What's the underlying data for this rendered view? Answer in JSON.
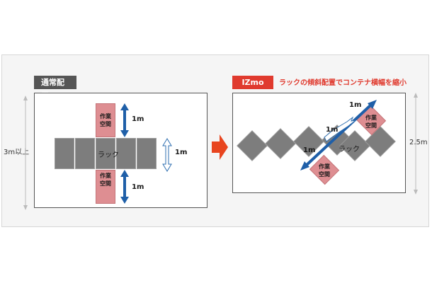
{
  "left": {
    "tag": "通常配置",
    "rack_label": "ラック",
    "work_top": [
      "作業",
      "空間"
    ],
    "work_bottom": [
      "作業",
      "空間"
    ],
    "dist_top": "1m",
    "dist_bottom": "1m",
    "dist_right": "1m",
    "height_label": "3m以上"
  },
  "right": {
    "tag": "IZmo",
    "caption": "ラックの傾斜配置でコンテナ横幅を縮小",
    "rack_label": "ラック",
    "work_top": [
      "作業",
      "空間"
    ],
    "work_bottom": [
      "作業",
      "空間"
    ],
    "dist_top": "1m",
    "dist_mid": "1m",
    "dist_bottom": "1m",
    "height_label": "2.5m"
  },
  "colors": {
    "rack": "#7d7d7d",
    "work_space": "#de8e92",
    "arrow_blue": "#1f5fa8",
    "accent_red": "#e03a2e",
    "tag_gray": "#555555"
  },
  "icons": [
    "double-arrow-icon",
    "transition-arrow-icon",
    "dimension-arrow-icon"
  ]
}
